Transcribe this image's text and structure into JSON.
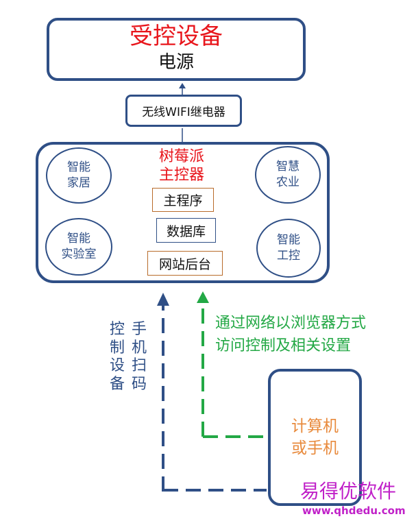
{
  "controlled_device": {
    "title": "受控设备",
    "subtitle": "电源"
  },
  "relay": {
    "label": "无线WIFI继电器"
  },
  "raspberry_pi": {
    "title_line1": "树莓派",
    "title_line2": "主控器",
    "modules": [
      "主程序",
      "数据库",
      "网站后台"
    ],
    "applications": [
      {
        "line1": "智能",
        "line2": "家居"
      },
      {
        "line1": "智慧",
        "line2": "农业"
      },
      {
        "line1": "智能",
        "line2": "实验室"
      },
      {
        "line1": "智能",
        "line2": "工控"
      }
    ]
  },
  "client": {
    "line1": "计算机",
    "line2": "或手机"
  },
  "phone_path_label": {
    "col1": "控制设备",
    "col2": "手机扫码"
  },
  "browser_path_label": {
    "line1": "通过网络以浏览器方式",
    "line2": "访问控制及相关设置"
  },
  "watermark": {
    "brand": "易得优软件",
    "url": "www.qhdedu.com"
  },
  "colors": {
    "box_border": "#2f4f86",
    "title_red": "#e8161c",
    "green_path": "#23a845",
    "blue_path": "#2f4f86",
    "client_text": "#e88a3c",
    "watermark": "#c020c8"
  }
}
